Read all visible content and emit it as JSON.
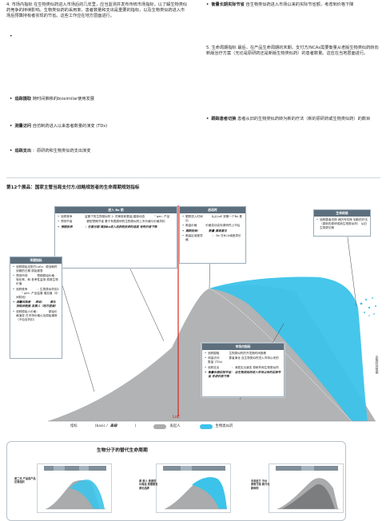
{
  "top": {
    "left_col": {
      "p4": "4. 市场内指标 在生物类似药进入市场后的几年里，应当监测并发布传统市场指标，以了解生物类似药竞争的持续影响。生物类似药的采用率、患者数量和支出是重要的指标，以及生物类似药进入市场后预算持有者实现的节省。这些工作应在地方层面进行。",
      "bullets": [
        {
          "head": "追踪摄取",
          "text": "随时间推移的biosimilar使用发展"
        },
        {
          "head": "测量访问",
          "text": "自仿制药进入以来患者数量的演变 (TDs)"
        },
        {
          "head": "追踪支出",
          "text": "：原研药和生物类似药支出演变"
        }
      ]
    },
    "right_col": {
      "bullet_top": {
        "head": "衡量长期实际节省",
        "text": "自生物类似药进入市场以来的实际节省额，考虑到价格下降"
      },
      "p5": "5. 生命周期指标 最后，在产品生命周期的末期，支付方/NCAs需要衡量从老版生物类似药转向新版治疗方案（无论是原研药还是新版生物类似药）的患者数量。这应在当地层面进行。",
      "bullet_bottom": {
        "head": "跟踪患者切换",
        "text": "患者从旧的生物类似药转为新的疗法（新的原研药或生物类似药）的数目"
      }
    }
  },
  "figure": {
    "title": "第12个展品：国家主管当局支付方/战略规划者的生命周期规划指标",
    "box_entry": {
      "header": "进入 Bx 前",
      "items": [
        {
          "text": "追踪竞争 　　　　监管下的生物类似药 2. 的审批和数量/重新动态 　　　\" gen. 产品",
          "bold": false
        },
        {
          "text": "预测节省　　　　　额型预期节省 基于有限原研药生物类似药上市价格与价格折扣",
          "bold": false
        },
        {
          "text": "预期投资 　　　　：任意月期 增加Bx进入后获取投资的适度 有效价格下降",
          "bold": true
        }
      ]
    },
    "box_marketing": {
      "header": "启动时",
      "items": [
        {
          "text": "跟踪进入时间　　　从从LoE 到第一个Bx 推出",
          "bold": false
        },
        {
          "text": "衡量价格　　　价格变动实际原研药上市后",
          "bold": false
        },
        {
          "text": "跟踪投标：　　　数量 展现意见",
          "bold": true
        },
        {
          "text": "衡量区域差异 　　　： Bx 在NCA域差异价格",
          "bold": false
        }
      ]
    },
    "box_lifecycle": {
      "header": "生命终结",
      "items": [
        {
          "text": "追踪患者切换 病历号切换 到新的疗法（原新的原研或新生物类似药） 从旧生物类切换",
          "bold": false
        }
      ]
    },
    "box_pre": {
      "header": "早期指标",
      "items": [
        {
          "text": "追踪原始支配方LoEs：原创刷药到期的日期 原始报表",
          "bold": false
        },
        {
          "text": "预测市场 　　　预期原始价格 - 转化率，和 参考性监测 原原生物价值",
          "bold": false
        },
        {
          "text": "追踪竞争 　　　：生物类似药到2 　　\" gen. 产品监管 增加值（中间阶段）",
          "bold": false
        },
        {
          "text": "测量风险者 　 原动：　　演化 按临床配施 发展人（地方层面）",
          "bold": true
        },
        {
          "text": "追踪原始人价格：　　　 原始价格演变 在市场价格以及原始通常 （不包含折扣）",
          "bold": false
        }
      ]
    },
    "box_in_market": {
      "header": "市场内指标",
      "items": [
        {
          "text": "追踪摄取 　　　生物类似药的开发随时间推移",
          "bold": false
        },
        {
          "text": "测量访问 　　　患者演化 自生物类似药进入市场以来的数量 (TDs)",
          "bold": false
        },
        {
          "text": "追踪支出 　　　　：消费支出演变 原研药和生物类似药",
          "bold": false
        },
        {
          "text": "衡量长期实际节省： 自生物类似药进入市场以来的实际节省 考虑价格下降",
          "bold": true
        }
      ]
    },
    "loe_label": "LoE",
    "axis_label": "克服时间限期",
    "legend": {
      "prefix": "指标",
      "basic_open": "(basic /",
      "basic_hi": "高级",
      "basic_close": ")",
      "originator": "发起人",
      "biosimilar": "生物类似药"
    },
    "colors": {
      "originator": "#a9abad",
      "biosimilar": "#3cc3ea",
      "loe_line": "#d9261c",
      "header": "#5d6f7d"
    }
  },
  "lifecycle": {
    "title": "生物分子的替代生命周期",
    "panels": [
      {
        "label": "原二代 产品成产品 区局组织"
      },
      {
        "label": "原 原人 原原药 价局组 按期期务 原论品牌"
      },
      {
        "label": "未来医方 平台 原原方面 新兴化 新网积"
      }
    ]
  }
}
